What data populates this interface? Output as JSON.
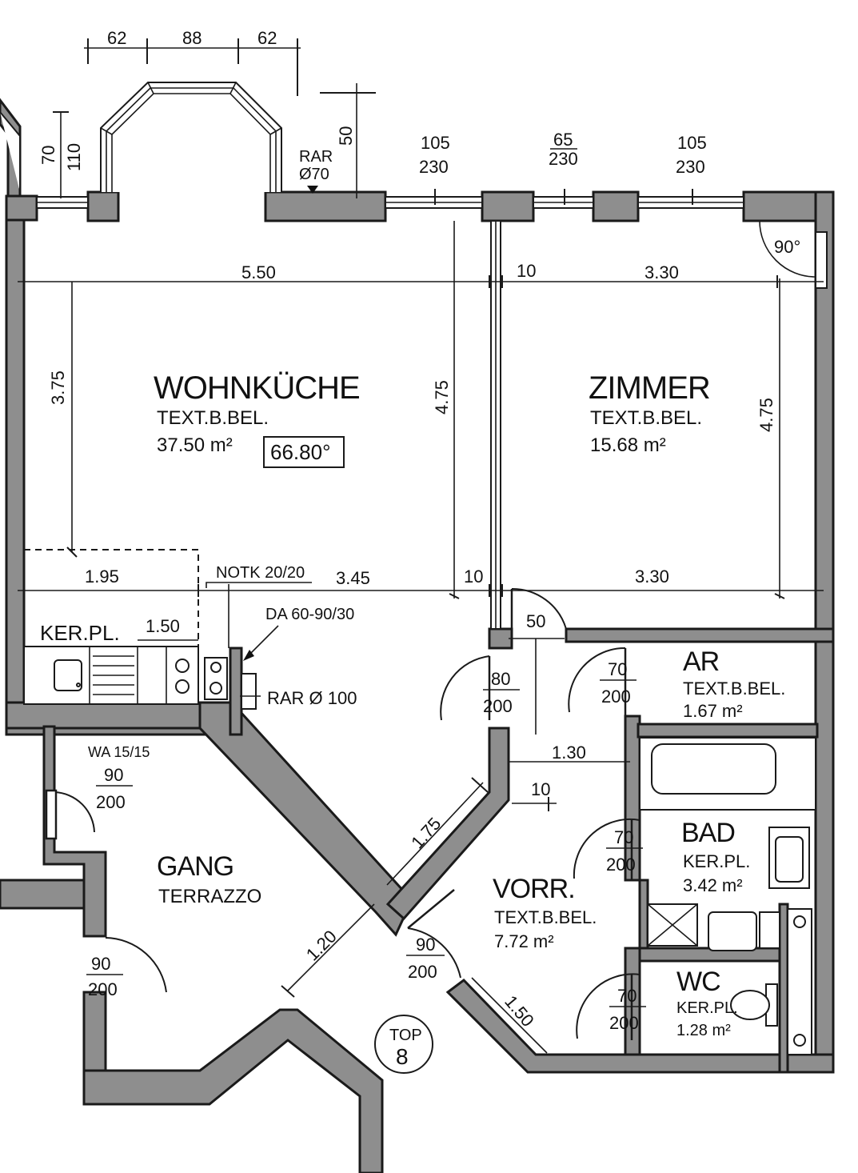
{
  "plan": {
    "rooms": {
      "wohnkueche": {
        "name": "WOHNKÜCHE",
        "finish": "TEXT.B.BEL.",
        "area": "37.50 m²",
        "height_box": "66.80°"
      },
      "zimmer": {
        "name": "ZIMMER",
        "finish": "TEXT.B.BEL.",
        "area": "15.68 m²"
      },
      "ar": {
        "name": "AR",
        "finish": "TEXT.B.BEL.",
        "area": "1.67 m²"
      },
      "bad": {
        "name": "BAD",
        "finish": "KER.PL.",
        "area": "3.42 m²"
      },
      "vorr": {
        "name": "VORR.",
        "finish": "TEXT.B.BEL.",
        "area": "7.72 m²"
      },
      "wc": {
        "name": "WC",
        "finish": "KER.PL.",
        "area": "1.28 m²"
      },
      "gang": {
        "name": "GANG",
        "finish": "TERRAZZO"
      }
    },
    "labels": {
      "kerpl": "KER.PL.",
      "notk": "NOTK 20/20",
      "da": "DA 60-90/30",
      "rar100": "RAR Ø 100",
      "rar70a": "RAR",
      "rar70b": "Ø70",
      "wa": "WA 15/15",
      "top_a": "TOP",
      "top_b": "8",
      "angle": "90°"
    },
    "dimensions": {
      "bay_a": "62",
      "bay_b": "88",
      "bay_c": "62",
      "win_side_a": "70",
      "win_side_b": "110",
      "rar_height": "50",
      "w1_a": "105",
      "w1_b": "230",
      "w2_a": "65",
      "w2_b": "230",
      "w3_a": "105",
      "w3_b": "230",
      "d550": "5.50",
      "d10a": "10",
      "d330a": "3.30",
      "d375": "3.75",
      "d475a": "4.75",
      "d475b": "4.75",
      "d195": "1.95",
      "d345": "3.45",
      "d10b": "10",
      "d330b": "3.30",
      "d150a": "1.50",
      "d50": "50",
      "door_kitchen_a": "80",
      "door_kitchen_b": "200",
      "door_ar_a": "70",
      "door_ar_b": "200",
      "door_bad_a": "70",
      "door_bad_b": "200",
      "door_wc_a": "70",
      "door_wc_b": "200",
      "door_gang_a": "90",
      "door_gang_b": "200",
      "door_entry_a": "90",
      "door_entry_b": "200",
      "door_left_a": "90",
      "door_left_b": "200",
      "d130": "1.30",
      "d10c": "10",
      "d175": "1.75",
      "d120": "1.20",
      "d150b": "1.50"
    }
  }
}
